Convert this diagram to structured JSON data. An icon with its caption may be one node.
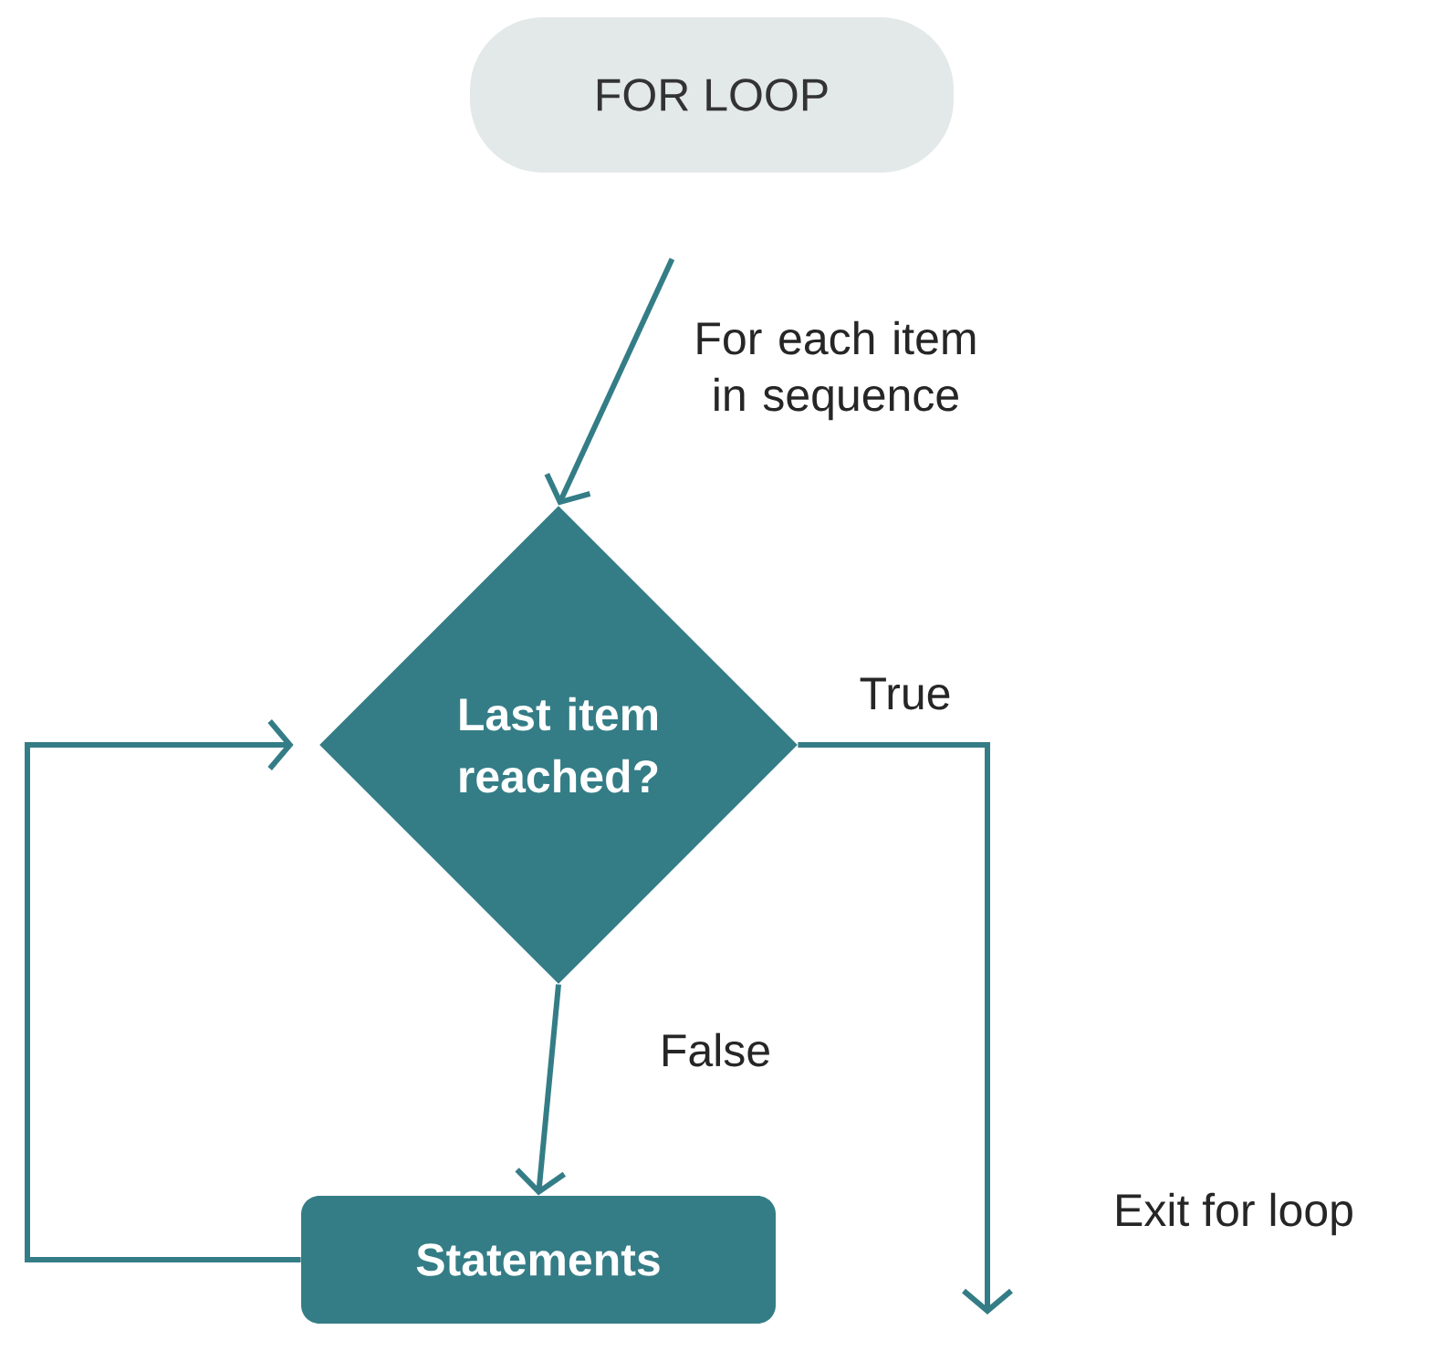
{
  "diagram": {
    "nodes": [
      {
        "text": [
          "FOR LOOP"
        ]
      },
      {
        "text": [
          "Last item reached?"
        ]
      },
      {
        "text": [
          "Statements"
        ]
      }
    ],
    "edges": [
      {
        "from": 0,
        "to": 1,
        "arrow": "to",
        "label": "For each item in sequence"
      },
      {
        "from": 1,
        "to": 2,
        "arrow": "to",
        "label": "False"
      },
      {
        "from": 1,
        "to": null,
        "arrow": "to",
        "label": "True"
      },
      {
        "from": 2,
        "to": 1,
        "arrow": "to"
      }
    ],
    "labels": [
      "Exit for loop"
    ]
  }
}
